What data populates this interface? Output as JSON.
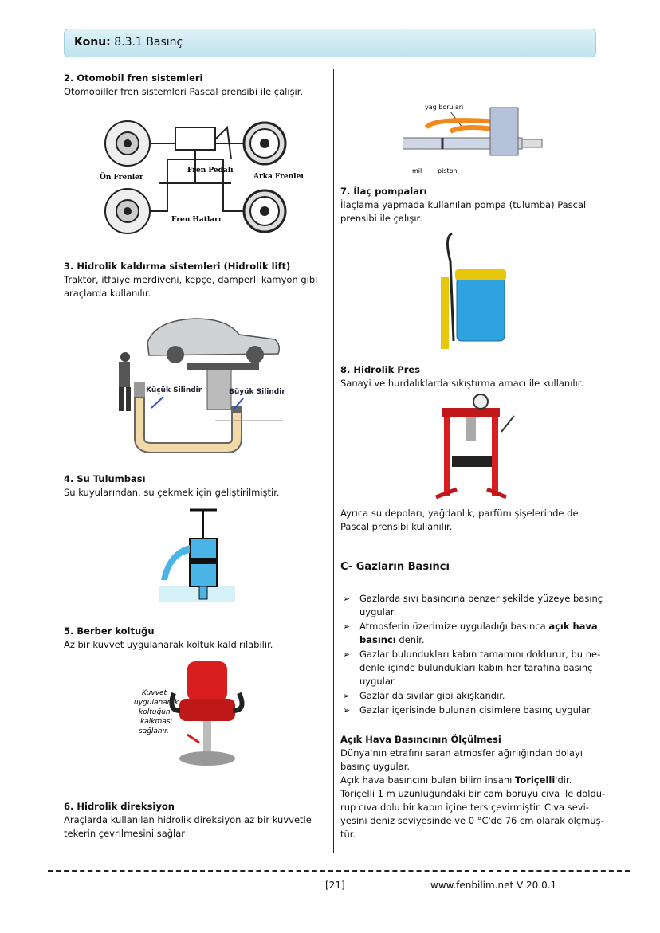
{
  "topic": {
    "label": "Konu:",
    "value": "8.3.1 Basınç"
  },
  "left": {
    "s2": {
      "title": "2. Otomobil fren sistemleri",
      "text": "Otomobiller fren sistemleri Pascal prensibi ile çalışır."
    },
    "brake_labels": {
      "front": "Ön Frenler",
      "pedal": "Fren Pedalı",
      "rear": "Arka Frenler",
      "lines": "Fren Hatları"
    },
    "s3": {
      "title": "3. Hidrolik kaldırma sistemleri (Hidrolik lift)",
      "text1": "Traktör, itfaiye merdiveni, kepçe, damperli kamyon gibi",
      "text2": "araçlarda kullanılır."
    },
    "lift_labels": {
      "small": "Küçük Silindir",
      "big": "Büyük Silindir"
    },
    "s4": {
      "title": "4. Su Tulumbası",
      "text": "Su kuyularından, su çekmek için geliştirilmiştir."
    },
    "s5": {
      "title": "5. Berber koltuğu",
      "text": "Az bir kuvvet uygulanarak koltuk kaldırılabilir."
    },
    "chair_label": [
      "Kuvvet",
      "uygulanarak",
      "koltuğun",
      "kalkması",
      "sağlanır."
    ],
    "s6": {
      "title": "6. Hidrolik direksiyon",
      "text1": "Araçlarda kullanılan hidrolik direksiyon az bir kuvvetle",
      "text2": "tekerin çevrilmesini sağlar"
    }
  },
  "right": {
    "pump_labels": {
      "pipes": "yag boruları",
      "rod": "mil",
      "piston": "piston"
    },
    "s7": {
      "title": "7. İlaç pompaları",
      "text1": "İlaçlama yapmada kullanılan pompa (tulumba) Pascal",
      "text2": "prensibi ile çalışır."
    },
    "s8": {
      "title": "8. Hidrolik Pres",
      "text": "Sanayi ve hurdalıklarda sıkıştırma amacı ile kullanılır."
    },
    "extra1": "Ayrıca su depoları, yağdanlık, parfüm şişelerinde de",
    "extra2": "Pascal prensibi kullanılır.",
    "section_c": "C- Gazların Basıncı",
    "bullets": [
      [
        "Gazlarda sıvı basıncına benzer şekilde yüzeye basınç",
        "uygular."
      ],
      [
        "Atmosferin üzerimize uyguladığı basınca ",
        "açık hava",
        "basıncı",
        " denir."
      ],
      [
        "Gazlar bulundukları kabın tamamını doldurur, bu ne-",
        "denle içinde bulundukları kabın her tarafına basınç",
        "uygular."
      ],
      [
        "Gazlar da sıvılar gibi akışkandır."
      ],
      [
        "Gazlar içerisinde bulunan cisimlere basınç uygular."
      ]
    ],
    "measure": {
      "title": "Açık Hava Basıncının Ölçülmesi",
      "l1": "Dünya'nın etrafını saran atmosfer ağırlığından dolayı",
      "l2": "basınç uygular.",
      "l3a": "Açık hava basıncını bulan bilim insanı ",
      "l3b": "Toriçelli",
      "l3c": "'dir.",
      "l4": "Toriçelli 1 m uzunluğundaki bir cam boruyu cıva ile doldu-",
      "l5": "rup cıva dolu bir kabın içine ters çevirmiştir. Cıva sevi-",
      "l6": "yesini deniz seviyesinde ve 0 °C'de 76 cm olarak ölçmüş-",
      "l7": "tür."
    }
  },
  "footer": {
    "page": "[21]",
    "site": "www.fenbilim.net  V 20.0.1"
  }
}
